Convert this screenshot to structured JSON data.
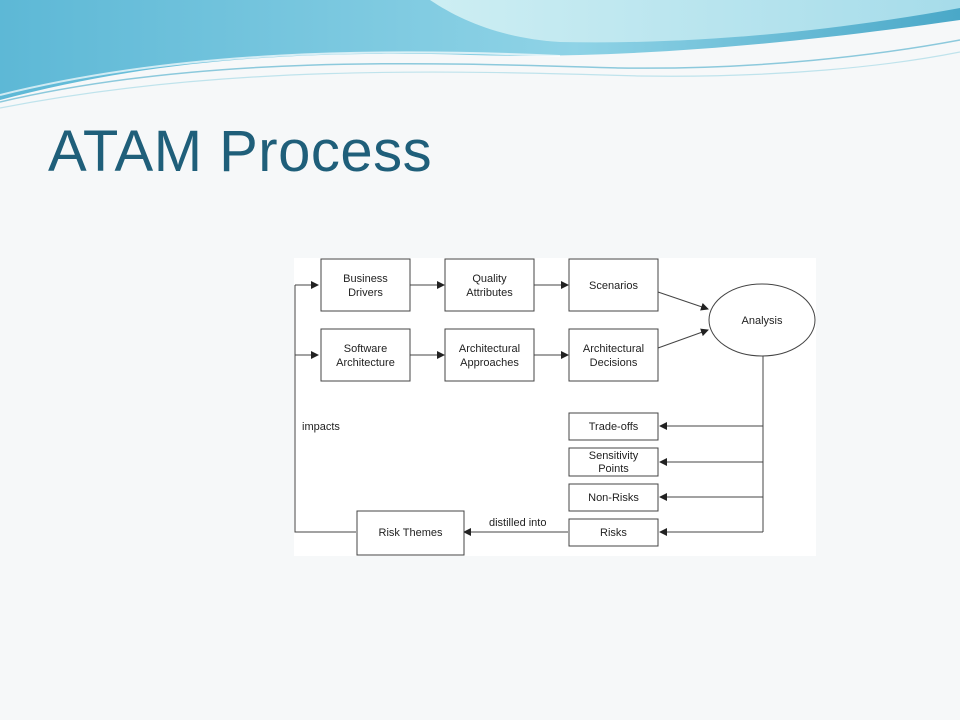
{
  "slide": {
    "title": "ATAM Process"
  },
  "diagram": {
    "nodes": {
      "business_drivers": [
        "Business",
        "Drivers"
      ],
      "quality_attributes": [
        "Quality",
        "Attributes"
      ],
      "scenarios": [
        "Scenarios"
      ],
      "software_architecture": [
        "Software",
        "Architecture"
      ],
      "architectural_approaches": [
        "Architectural",
        "Approaches"
      ],
      "architectural_decisions": [
        "Architectural",
        "Decisions"
      ],
      "analysis": [
        "Analysis"
      ],
      "trade_offs": [
        "Trade-offs"
      ],
      "sensitivity_points": [
        "Sensitivity",
        "Points"
      ],
      "non_risks": [
        "Non-Risks"
      ],
      "risks": [
        "Risks"
      ],
      "risk_themes": [
        "Risk Themes"
      ]
    },
    "edge_labels": {
      "impacts": "impacts",
      "distilled_into": "distilled into"
    }
  },
  "colors": {
    "title": "#1f5f7a",
    "wave_dark": "#4aa8c8",
    "wave_light": "#bfe6ee",
    "diagram_line": "#444444"
  }
}
